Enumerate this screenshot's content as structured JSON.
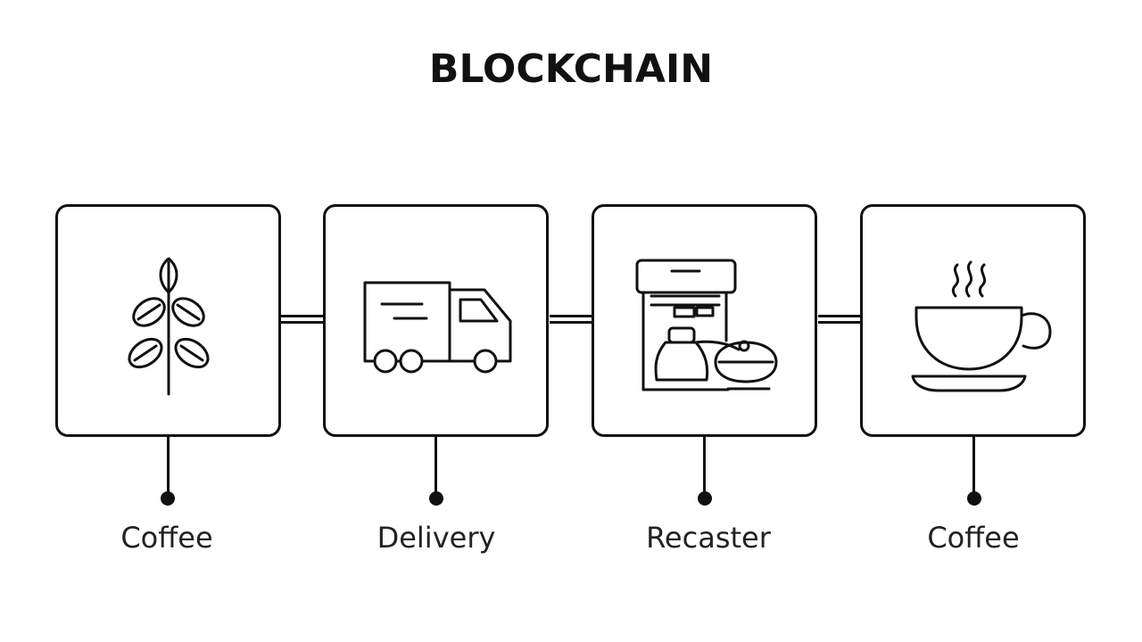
{
  "diagram": {
    "title": "BLOCKCHAIN",
    "blocks": [
      {
        "icon": "coffee-plant-icon",
        "label": "Coffee"
      },
      {
        "icon": "delivery-truck-icon",
        "label": "Delivery"
      },
      {
        "icon": "roaster-machine-icon",
        "label": "Recaster"
      },
      {
        "icon": "coffee-cup-icon",
        "label": "Coffee"
      }
    ],
    "colors": {
      "stroke": "#111111",
      "background": "#ffffff",
      "text": "#222222"
    }
  }
}
